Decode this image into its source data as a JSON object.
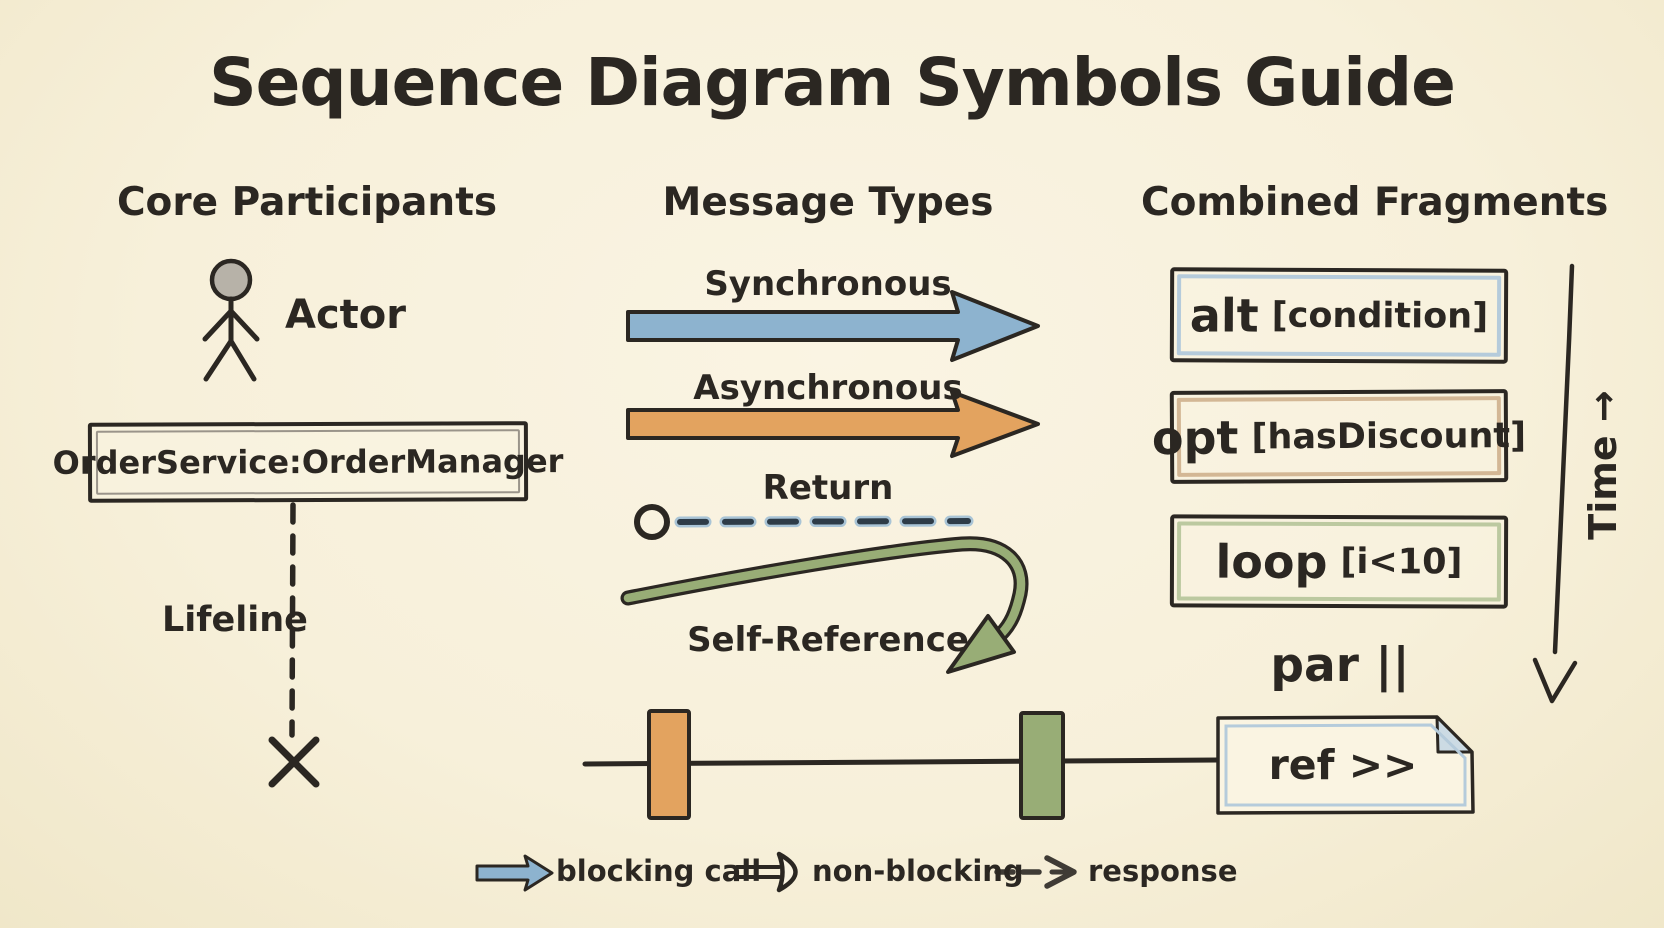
{
  "title": "Sequence Diagram Symbols Guide",
  "sections": {
    "participants": {
      "heading": "Core Participants",
      "actor_label": "Actor",
      "participant_name": "OrderService:OrderManager",
      "lifeline_label": "Lifeline"
    },
    "messages": {
      "heading": "Message Types",
      "synchronous_label": "Synchronous",
      "asynchronous_label": "Asynchronous",
      "return_label": "Return",
      "self_reference_label": "Self-Reference"
    },
    "fragments": {
      "heading": "Combined Fragments",
      "alt": {
        "keyword": "alt",
        "guard": "[condition]"
      },
      "opt": {
        "keyword": "opt",
        "guard": "[hasDiscount]"
      },
      "loop": {
        "keyword": "loop",
        "guard": "[i<10]"
      },
      "par_label": "par ||",
      "ref_label": "ref >>"
    }
  },
  "time_axis_label": "Time →",
  "legend": {
    "blocking_label": "blocking call",
    "non_blocking_label": "non-blocking",
    "response_label": "response"
  },
  "colors": {
    "paper": "#f7f0da",
    "ink": "#2b2722",
    "blue": "#8db3cf",
    "blue_light": "#b5cbdb",
    "orange": "#e3a35f",
    "tan_light": "#d3b795",
    "green": "#98ad76",
    "green_light": "#bcc9a0",
    "actor_head_gray": "#b7b2a8",
    "return_dash_slate": "#2e3c48"
  }
}
